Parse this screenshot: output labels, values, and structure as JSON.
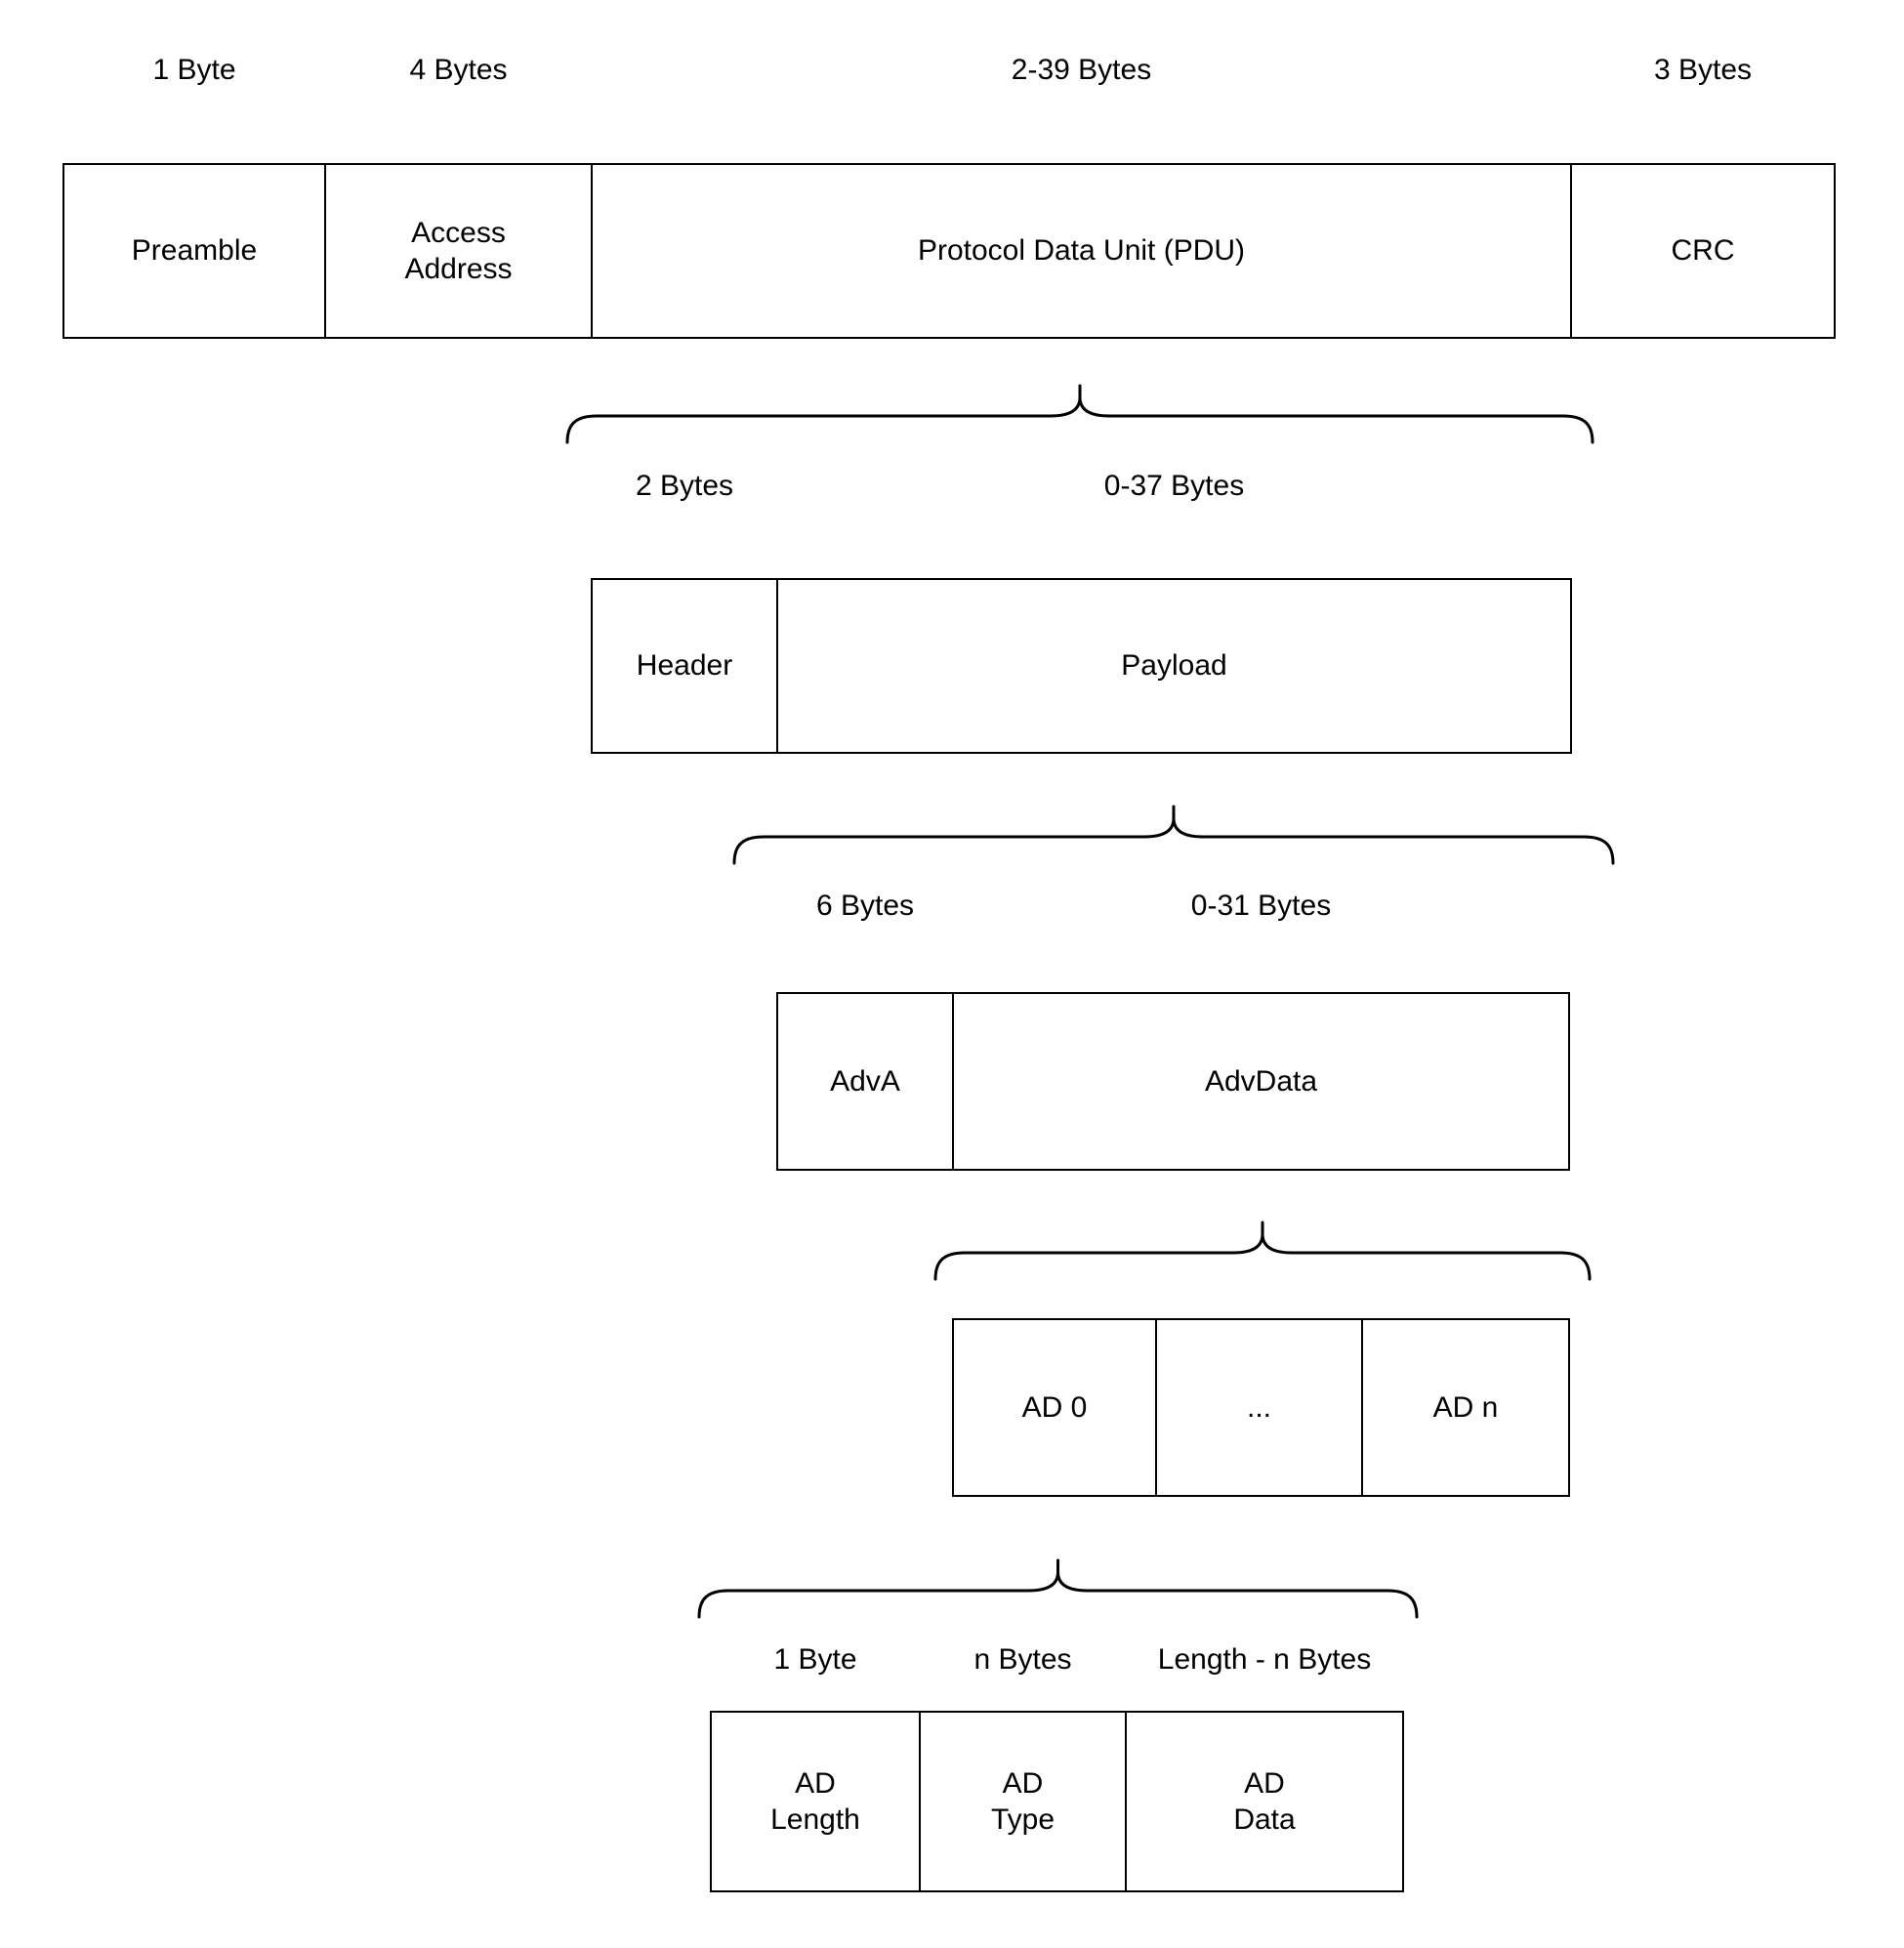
{
  "packet": {
    "size_labels": [
      "1 Byte",
      "4 Bytes",
      "2-39 Bytes",
      "3 Bytes"
    ],
    "fields": [
      "Preamble",
      "Access\nAddress",
      "Protocol Data Unit (PDU)",
      "CRC"
    ]
  },
  "pdu": {
    "size_labels": [
      "2 Bytes",
      "0-37 Bytes"
    ],
    "fields": [
      "Header",
      "Payload"
    ]
  },
  "payload": {
    "size_labels": [
      "6 Bytes",
      "0-31 Bytes"
    ],
    "fields": [
      "AdvA",
      "AdvData"
    ]
  },
  "advdata": {
    "fields": [
      "AD 0",
      "...",
      "AD n"
    ]
  },
  "ad_structure": {
    "size_labels": [
      "1 Byte",
      "n Bytes",
      "Length - n Bytes"
    ],
    "fields": [
      "AD\nLength",
      "AD\nType",
      "AD\nData"
    ]
  },
  "colors": {
    "border": "#000000",
    "background": "#ffffff",
    "text": "#000000"
  }
}
